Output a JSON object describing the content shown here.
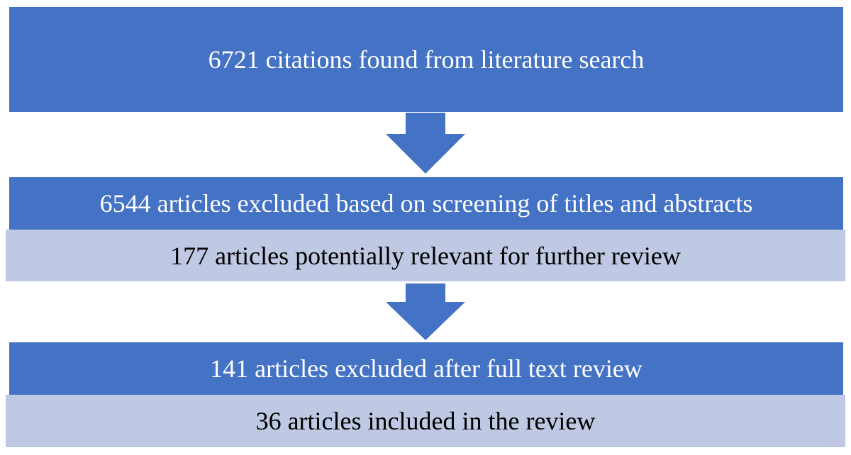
{
  "flow": {
    "step1": "6721 citations found from literature search",
    "step2": "6544 articles excluded based on screening of titles and abstracts",
    "step3": "177 articles potentially relevant for further review",
    "step4": "141 articles excluded after full text review",
    "step5": "36 articles included in the review"
  },
  "colors": {
    "dark_box": "#4472c4",
    "light_box": "#bfc9e3",
    "arrow": "#4472c4"
  }
}
